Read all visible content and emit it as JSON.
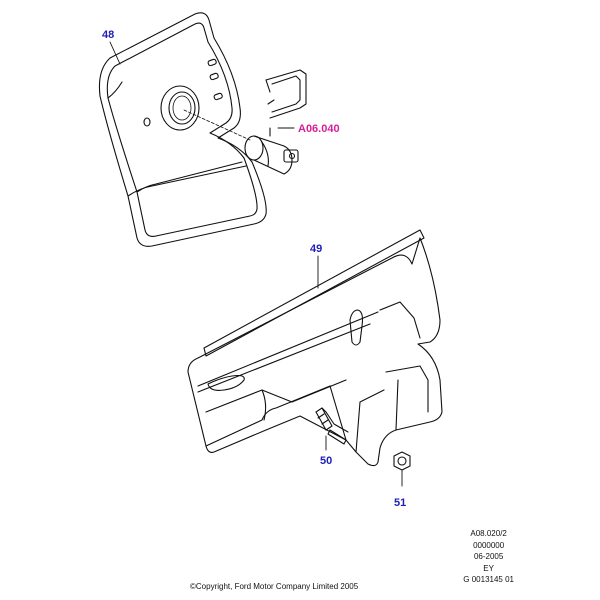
{
  "callouts": {
    "part_48": "48",
    "part_49": "49",
    "part_50": "50",
    "part_51": "51",
    "ref_a06040": "A06.040"
  },
  "meta_block": {
    "line1": "A08.020/2",
    "line2": "0000000",
    "line3": "06-2005",
    "line4": "EY",
    "line5": "G 0013145 01"
  },
  "copyright": "©Copyright, Ford Motor Company Limited 2005",
  "colors": {
    "part_number": "#1d1db8",
    "reference_number": "#d61f9a",
    "line_art": "#111111"
  }
}
